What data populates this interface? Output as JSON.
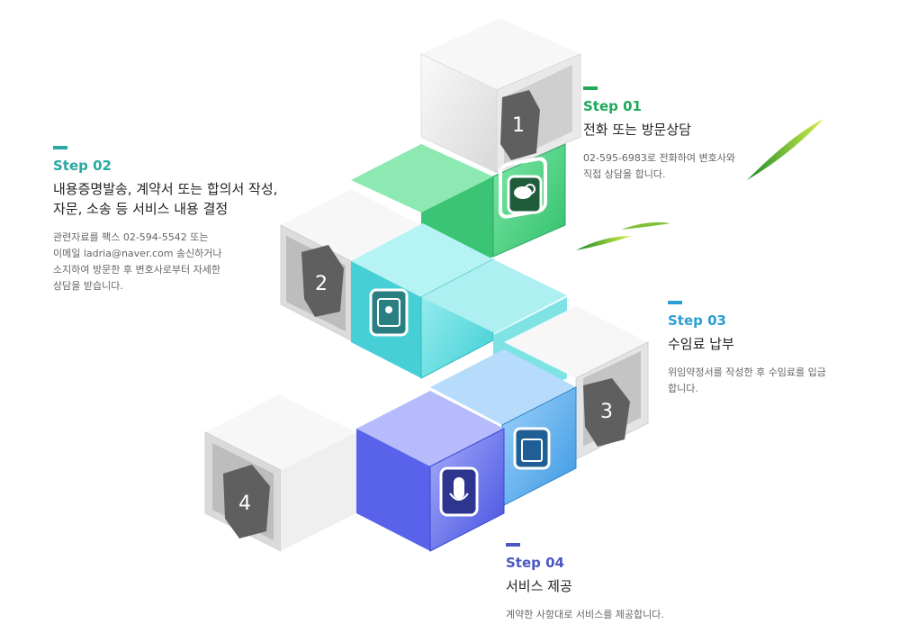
{
  "steps": [
    {
      "label": "Step 01",
      "title": "전화 또는 방문상담",
      "desc": [
        "02-595-6983로 전화하여 변호사와",
        "직접 상담을 합니다."
      ],
      "color": "#1fa95a"
    },
    {
      "label": "Step 02",
      "title": [
        "내용증명발송, 계약서 또는 합의서 작성,",
        "자문, 소송 등 서비스 내용 결정"
      ],
      "desc": [
        "관련자료를 팩스 02-594-5542 또는",
        "이메일 ladria@naver.com 송신하거나",
        "소지하여 방문한 후 변호사로부터 자세한",
        "상담을 받습니다."
      ],
      "color": "#2aa8a2"
    },
    {
      "label": "Step 03",
      "title": "수임료 납부",
      "desc": [
        "위임약정서를 작성한 후 수임료를 입금",
        "합니다."
      ],
      "color": "#2b9fd3"
    },
    {
      "label": "Step 04",
      "title": "서비스 제공",
      "desc": [
        "계약한 사항대로 서비스를 제공합니다."
      ],
      "color": "#4b58c4"
    }
  ],
  "cube_numbers": [
    "1",
    "2",
    "3",
    "4"
  ],
  "icons": [
    "chat-icon",
    "contacts-icon",
    "calendar-icon",
    "microphone-icon"
  ],
  "colors": {
    "green": "#4fd386",
    "cyan": "#63dde0",
    "blue": "#4aa8e8",
    "indigo": "#5a66e8",
    "white": "#f2f2f2",
    "gray": "#6a6a6a"
  }
}
